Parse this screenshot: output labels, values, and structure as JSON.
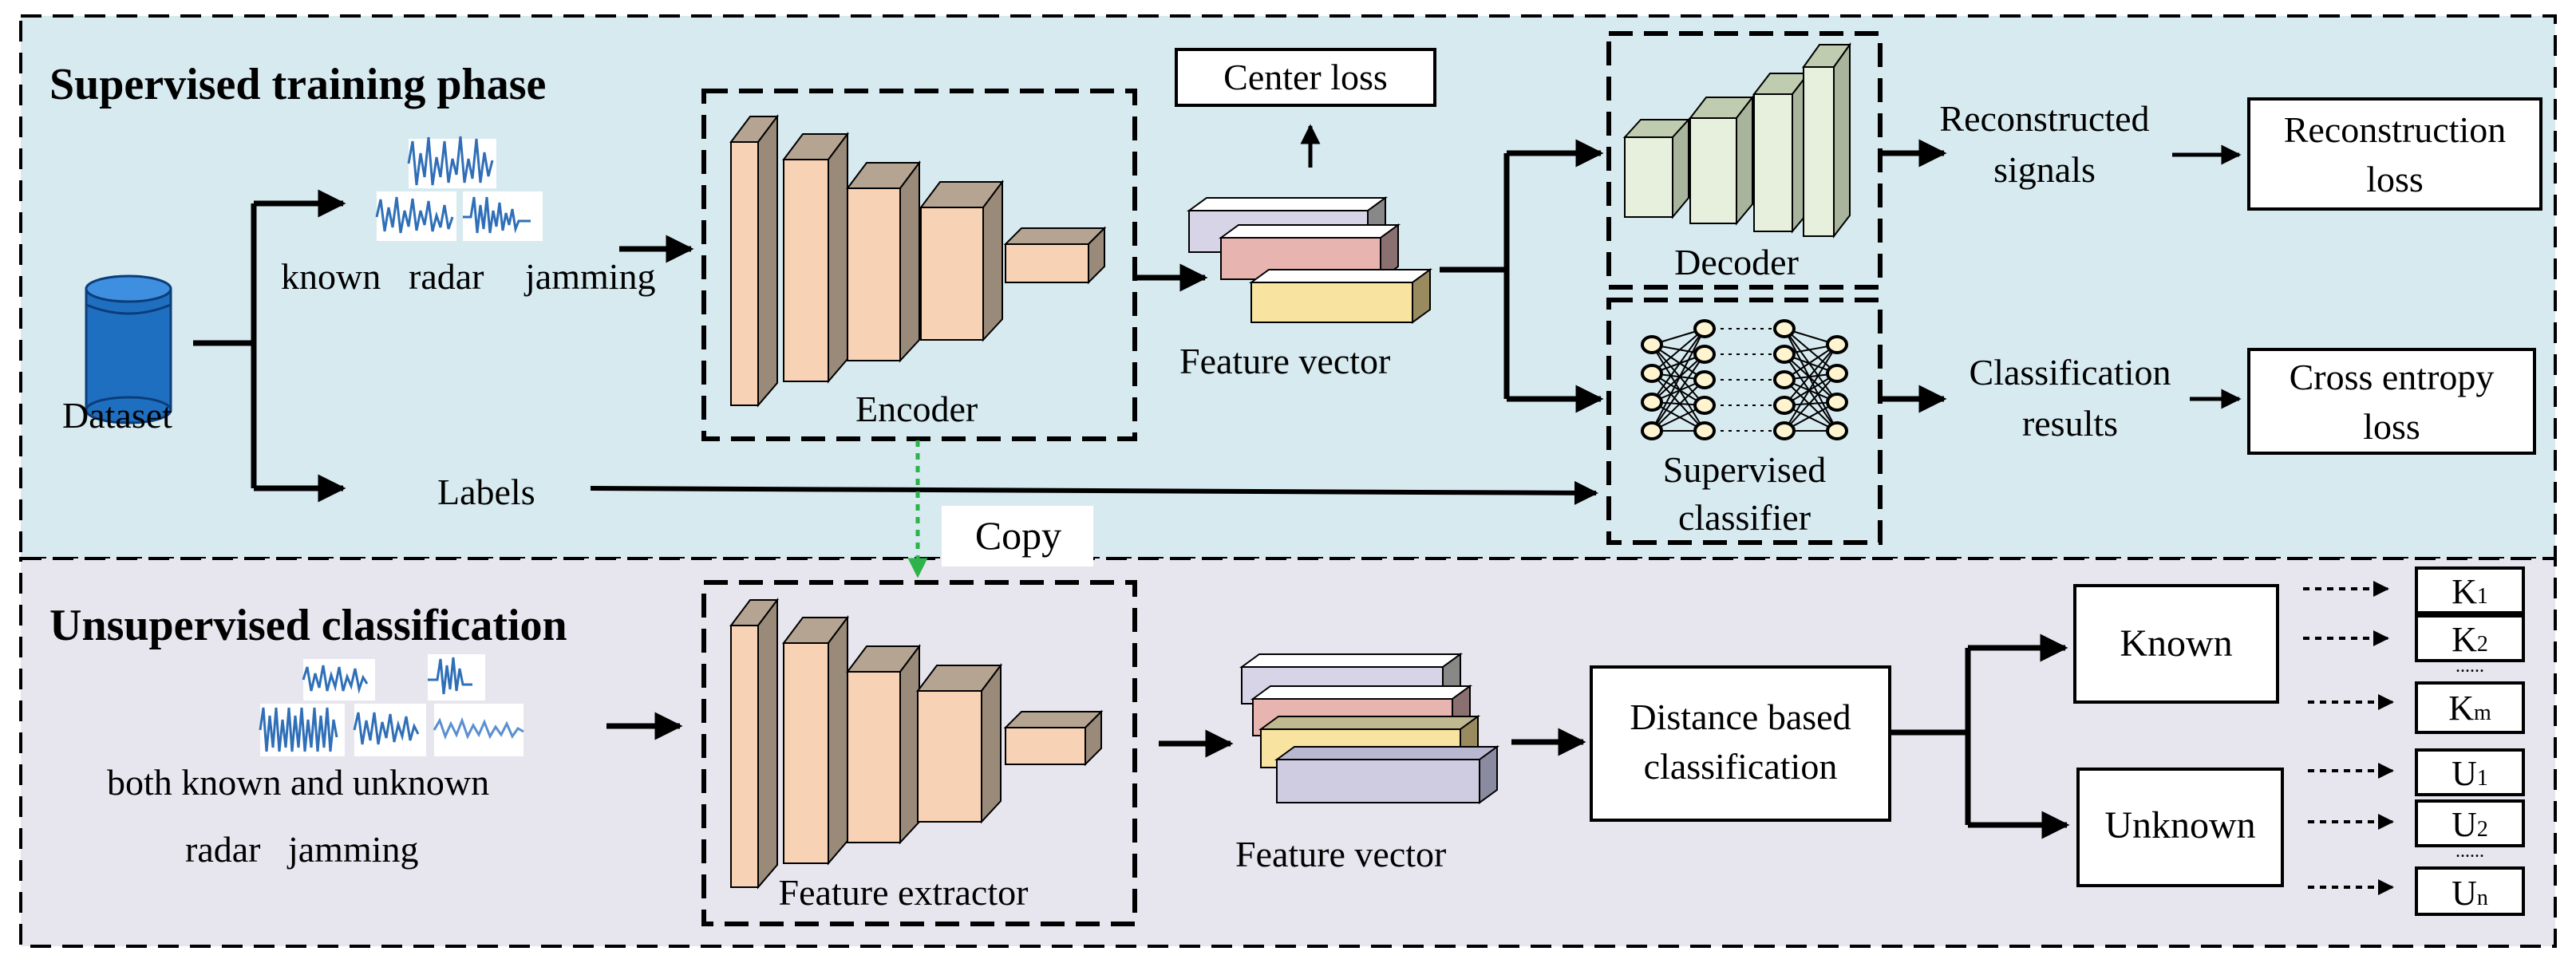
{
  "colors": {
    "top_panel": "#d7eaf0",
    "bottom_panel": "#e7e5ee",
    "block_front": "#f8d2b4",
    "block_side": "#9a8a7a",
    "decoder_front": "#e6f0dc",
    "decoder_side": "#a8b49c",
    "copy_arrow": "#2db34a",
    "database": "#1f6fc0",
    "signal": "#2f6fb8"
  },
  "top": {
    "title": "Supervised training phase",
    "dataset": "Dataset",
    "known_label": [
      "known",
      "radar",
      "jamming"
    ],
    "labels": "Labels",
    "encoder": "Encoder",
    "center_loss": "Center loss",
    "feature_vector": "Feature vector",
    "decoder": "Decoder",
    "supervised_classifier": [
      "Supervised",
      "classifier"
    ],
    "reconstructed_signals": [
      "Reconstructed",
      "signals"
    ],
    "reconstruction_loss": [
      "Reconstruction",
      "loss"
    ],
    "classification_results": [
      "Classification",
      "results"
    ],
    "cross_entropy_loss": [
      "Cross entropy",
      "loss"
    ]
  },
  "copy": "Copy",
  "bottom": {
    "title": "Unsupervised classification",
    "input_label": [
      "both known and unknown",
      "radar   jamming"
    ],
    "feature_extractor": "Feature extractor",
    "feature_vector": "Feature vector",
    "distance_classification": [
      "Distance based",
      "classification"
    ],
    "known": "Known",
    "unknown": "Unknown",
    "known_classes": [
      {
        "main": "K",
        "sub": "1"
      },
      {
        "main": "K",
        "sub": "2"
      },
      {
        "main": "K",
        "sub": "m"
      }
    ],
    "unknown_classes": [
      {
        "main": "U",
        "sub": "1"
      },
      {
        "main": "U",
        "sub": "2"
      },
      {
        "main": "U",
        "sub": "n"
      }
    ],
    "ellipsis": "......"
  }
}
